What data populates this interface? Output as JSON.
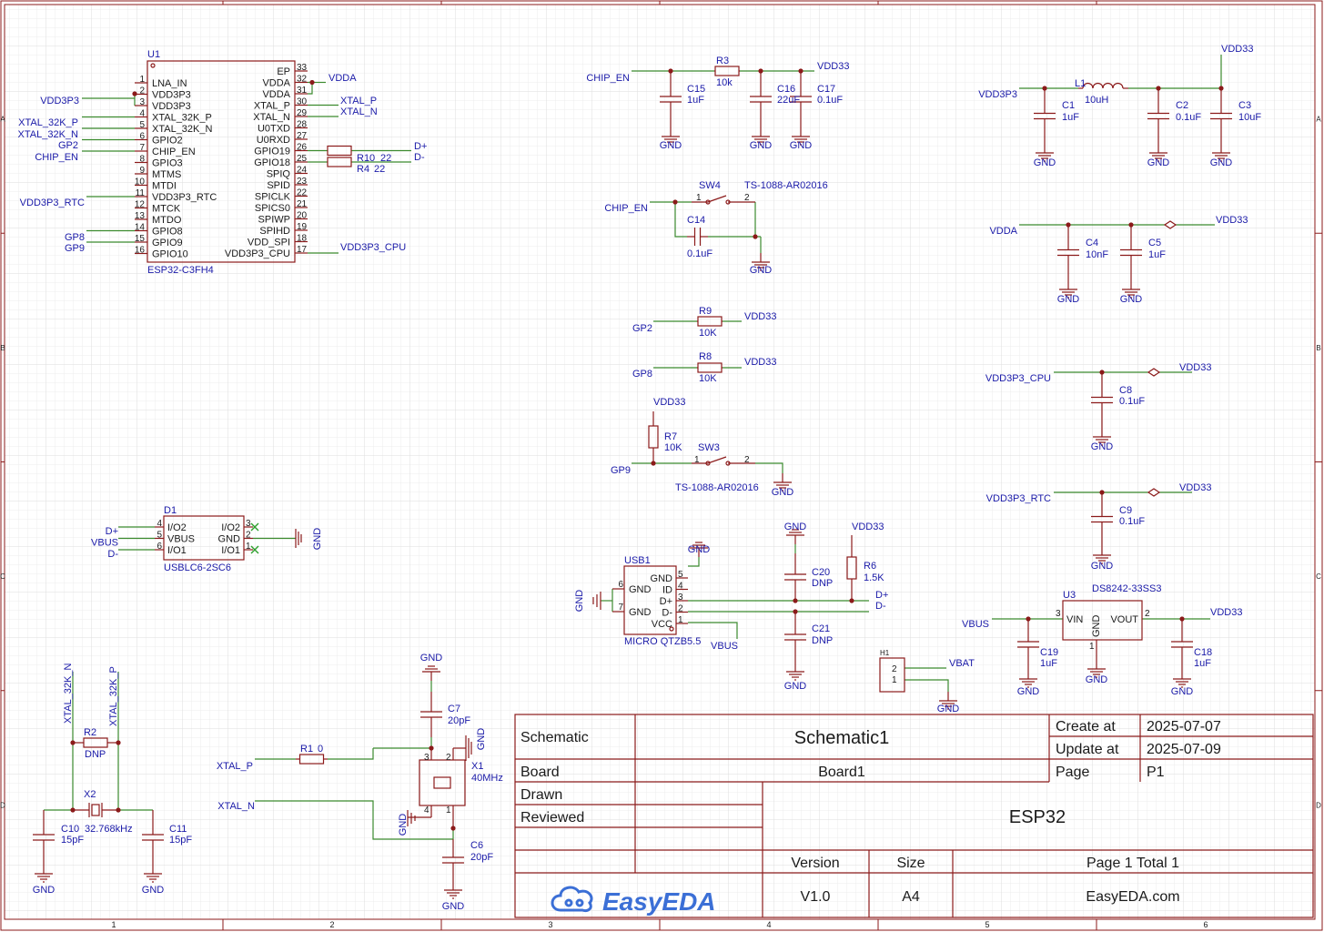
{
  "colors": {
    "background": "#ffffff",
    "grid": "#e8e8e8",
    "frame": "#8b1a1a",
    "wire": "#3b8a2e",
    "label": "#1a1aa8",
    "component": "#8b1a1a",
    "pin_text": "#1a1a1a",
    "noconnect": "#2ea02e",
    "easyeda_logo": "#3b6fd6"
  },
  "frame": {
    "columns": [
      "1",
      "2",
      "3",
      "4",
      "5",
      "6"
    ],
    "rows": [
      "A",
      "B",
      "C",
      "D"
    ]
  },
  "title_block": {
    "schematic_label": "Schematic",
    "schematic_value": "Schematic1",
    "create_label": "Create at",
    "create_value": "2025-07-07",
    "update_label": "Update at",
    "update_value": "2025-07-09",
    "board_label": "Board",
    "board_value": "Board1",
    "page_label": "Page",
    "page_value": "P1",
    "drawn_label": "Drawn",
    "reviewed_label": "Reviewed",
    "title": "ESP32",
    "version_label": "Version",
    "version_value": "V1.0",
    "size_label": "Size",
    "size_value": "A4",
    "page_total": "Page  1  Total  1",
    "website": "EasyEDA.com",
    "logo_text": "EasyEDA"
  },
  "u1": {
    "designator": "U1",
    "part": "ESP32-C3FH4",
    "left_pins": [
      {
        "num": "1",
        "name": "LNA_IN"
      },
      {
        "num": "2",
        "name": "VDD3P3"
      },
      {
        "num": "3",
        "name": "VDD3P3"
      },
      {
        "num": "4",
        "name": "XTAL_32K_P"
      },
      {
        "num": "5",
        "name": "XTAL_32K_N"
      },
      {
        "num": "6",
        "name": "GPIO2"
      },
      {
        "num": "7",
        "name": "CHIP_EN"
      },
      {
        "num": "8",
        "name": "GPIO3"
      },
      {
        "num": "9",
        "name": "MTMS"
      },
      {
        "num": "10",
        "name": "MTDI"
      },
      {
        "num": "11",
        "name": "VDD3P3_RTC"
      },
      {
        "num": "12",
        "name": "MTCK"
      },
      {
        "num": "13",
        "name": "MTDO"
      },
      {
        "num": "14",
        "name": "GPIO8"
      },
      {
        "num": "15",
        "name": "GPIO9"
      },
      {
        "num": "16",
        "name": "GPIO10"
      }
    ],
    "right_pins": [
      {
        "num": "33",
        "name": "EP"
      },
      {
        "num": "32",
        "name": "VDDA"
      },
      {
        "num": "31",
        "name": "VDDA"
      },
      {
        "num": "30",
        "name": "XTAL_P"
      },
      {
        "num": "29",
        "name": "XTAL_N"
      },
      {
        "num": "28",
        "name": "U0TXD"
      },
      {
        "num": "27",
        "name": "U0RXD"
      },
      {
        "num": "26",
        "name": "GPIO19"
      },
      {
        "num": "25",
        "name": "GPIO18"
      },
      {
        "num": "24",
        "name": "SPIQ"
      },
      {
        "num": "23",
        "name": "SPID"
      },
      {
        "num": "22",
        "name": "SPICLK"
      },
      {
        "num": "21",
        "name": "SPICS0"
      },
      {
        "num": "20",
        "name": "SPIWP"
      },
      {
        "num": "19",
        "name": "SPIHD"
      },
      {
        "num": "18",
        "name": "VDD_SPI"
      },
      {
        "num": "17",
        "name": "VDD3P3_CPU"
      }
    ],
    "net_labels": {
      "vdd3p3": "VDD3P3",
      "xtal32kp": "XTAL_32K_P",
      "xtal32kn": "XTAL_32K_N",
      "gp2": "GP2",
      "chip_en": "CHIP_EN",
      "vdd3p3_rtc": "VDD3P3_RTC",
      "gp8": "GP8",
      "gp9": "GP9",
      "vdda": "VDDA",
      "xtal_p": "XTAL_P",
      "xtal_n": "XTAL_N",
      "dplus": "D+",
      "dminus": "D-",
      "vdd3p3_cpu": "VDD3P3_CPU",
      "r10": "R10",
      "r10_val": "22",
      "r4": "R4",
      "r4_val": "22"
    }
  },
  "d1": {
    "designator": "D1",
    "part": "USBLC6-2SC6",
    "left": [
      {
        "num": "4",
        "name": "I/O2",
        "net": "D+"
      },
      {
        "num": "5",
        "name": "VBUS",
        "net": "VBUS"
      },
      {
        "num": "6",
        "name": "I/O1",
        "net": "D-"
      }
    ],
    "right": [
      {
        "num": "3",
        "name": "I/O2"
      },
      {
        "num": "2",
        "name": "GND"
      },
      {
        "num": "1",
        "name": "I/O1"
      }
    ],
    "gnd": "GND"
  },
  "xtal32k": {
    "net_n": "XTAL_32K_N",
    "net_p": "XTAL_32K_P",
    "r2": "R2",
    "r2_val": "DNP",
    "x2": "X2",
    "x2_val": "32.768kHz",
    "c10": "C10",
    "c10_val": "15pF",
    "c11": "C11",
    "c11_val": "15pF",
    "gnd": "GND"
  },
  "xtal40m": {
    "gnd": "GND",
    "c7": "C7",
    "c7_val": "20pF",
    "x1": "X1",
    "x1_val": "40MHz",
    "r1": "R1",
    "r1_val": "0",
    "xtal_p": "XTAL_P",
    "xtal_n": "XTAL_N",
    "c6": "C6",
    "c6_val": "20pF",
    "pin1": "1",
    "pin2": "2",
    "pin3": "3",
    "pin4": "4"
  },
  "en_block": {
    "chip_en": "CHIP_EN",
    "r3": "R3",
    "r3_val": "10k",
    "vdd33": "VDD33",
    "c15": "C15",
    "c15_val": "1uF",
    "c16": "C16",
    "c16_val": "22uF",
    "c17": "C17",
    "c17_val": "0.1uF",
    "gnd": "GND"
  },
  "sw4_block": {
    "chip_en": "CHIP_EN",
    "sw": "SW4",
    "part": "TS-1088-AR02016",
    "c14": "C14",
    "c14_val": "0.1uF",
    "gnd": "GND",
    "p1": "1",
    "p2": "2"
  },
  "pullups": {
    "gp2": "GP2",
    "r9": "R9",
    "r9_val": "10K",
    "gp8": "GP8",
    "r8": "R8",
    "r8_val": "10K",
    "vdd33": "VDD33"
  },
  "sw3_block": {
    "vdd33": "VDD33",
    "r7": "R7",
    "r7_val": "10K",
    "sw": "SW3",
    "part": "TS-1088-AR02016",
    "gp9": "GP9",
    "gnd": "GND",
    "p1": "1",
    "p2": "2"
  },
  "usb_block": {
    "usb1": "USB1",
    "part": "MICRO QTZB5.5",
    "pins": [
      {
        "num": "5",
        "name": "GND"
      },
      {
        "num": "4",
        "name": "ID"
      },
      {
        "num": "3",
        "name": "D+"
      },
      {
        "num": "2",
        "name": "D-"
      },
      {
        "num": "1",
        "name": "VCC"
      }
    ],
    "left_pins": [
      {
        "num": "6",
        "name": "GND"
      },
      {
        "num": "7",
        "name": "GND"
      }
    ],
    "gnd": "GND",
    "vbus": "VBUS",
    "vdd33": "VDD33",
    "c20": "C20",
    "c20_val": "DNP",
    "c21": "C21",
    "c21_val": "DNP",
    "r6": "R6",
    "r6_val": "1.5K",
    "dplus": "D+",
    "dminus": "D-"
  },
  "power_filter": {
    "vdd3p3": "VDD3P3",
    "l1": "L1",
    "l1_val": "10uH",
    "vdd33": "VDD33",
    "c1": "C1",
    "c1_val": "1uF",
    "c2": "C2",
    "c2_val": "0.1uF",
    "c3": "C3",
    "c3_val": "10uF",
    "gnd": "GND"
  },
  "vdda_block": {
    "vdda": "VDDA",
    "vdd33": "VDD33",
    "c4": "C4",
    "c4_val": "10nF",
    "c5": "C5",
    "c5_val": "1uF",
    "gnd": "GND"
  },
  "cpu_block": {
    "net": "VDD3P3_CPU",
    "vdd33": "VDD33",
    "c8": "C8",
    "c8_val": "0.1uF",
    "gnd": "GND"
  },
  "rtc_block": {
    "net": "VDD3P3_RTC",
    "vdd33": "VDD33",
    "c9": "C9",
    "c9_val": "0.1uF",
    "gnd": "GND"
  },
  "ldo_block": {
    "u3": "U3",
    "part": "DS8242-33SS3",
    "vin": "VIN",
    "vout": "VOUT",
    "gnd_pin": "GND",
    "pin1": "1",
    "pin2": "2",
    "pin3": "3",
    "vbus": "VBUS",
    "vdd33": "VDD33",
    "c19": "C19",
    "c19_val": "1uF",
    "c18": "C18",
    "c18_val": "1uF",
    "gnd": "GND"
  },
  "h1_block": {
    "h1": "H1",
    "pin2": "2",
    "pin1": "1",
    "vbat": "VBAT",
    "gnd": "GND"
  }
}
